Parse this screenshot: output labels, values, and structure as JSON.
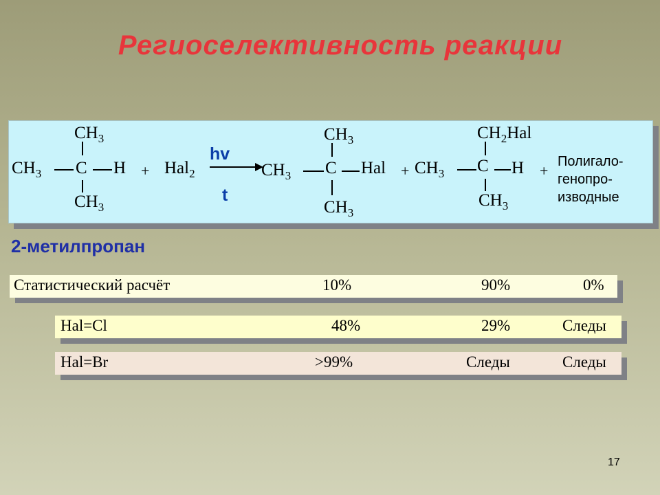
{
  "title": "Региоселективность реакции",
  "reaction": {
    "reactant": {
      "left": "CH3",
      "center": "C",
      "right": "H",
      "top": "CH3",
      "bottom": "CH3"
    },
    "reagent": "Hal2",
    "condition_top": "hv",
    "condition_bottom": "t",
    "product1": {
      "left": "CH3",
      "center": "C",
      "right": "Hal",
      "top": "CH3",
      "bottom": "CH3"
    },
    "product2": {
      "left": "CH3",
      "center": "C",
      "right": "H",
      "top": "CH2Hal",
      "bottom": "CH3"
    },
    "plus": "+",
    "other_products": [
      "Полигало-",
      "генопро-",
      "изводные"
    ]
  },
  "substrate_name": "2-метилпропан",
  "rows": [
    {
      "label": "Статистический расчёт",
      "v1": "10%",
      "v2": "90%",
      "v3": "0%"
    },
    {
      "label": "Hal=Cl",
      "v1": "48%",
      "v2": "29%",
      "v3": "Следы"
    },
    {
      "label": "Hal=Br",
      "v1": ">99%",
      "v2": "Следы",
      "v3": "Следы"
    }
  ],
  "page_number": "17"
}
